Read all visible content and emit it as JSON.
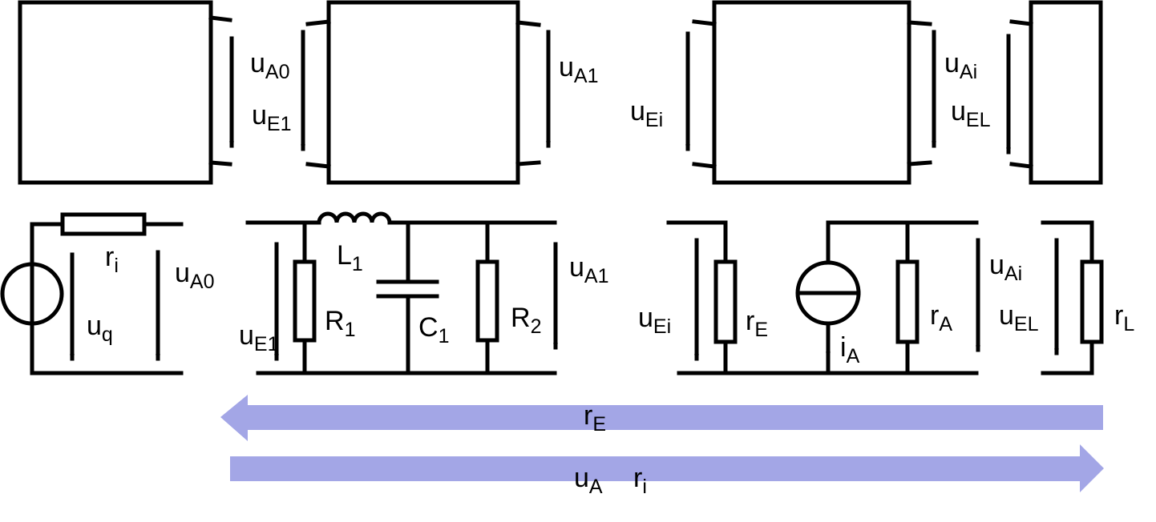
{
  "colors": {
    "line": "#000000",
    "flow_arrow": "#a3a6e6",
    "background": "#ffffff"
  },
  "blocks": [
    {
      "name": "source-block",
      "outputs": {
        "main": "u",
        "sub": "A0"
      }
    },
    {
      "name": "filter-block",
      "inputs": {
        "main": "u",
        "sub": "E1"
      },
      "outputs": {
        "main": "u",
        "sub": "A1"
      }
    },
    {
      "name": "stage-i-block",
      "inputs": {
        "main": "u",
        "sub": "Ei"
      },
      "outputs": {
        "main": "u",
        "sub": "Ai"
      }
    },
    {
      "name": "load-block",
      "inputs": {
        "main": "u",
        "sub": "EL"
      }
    }
  ],
  "circuits": {
    "source": {
      "ri": {
        "main": "r",
        "sub": "i"
      },
      "uq": {
        "main": "u",
        "sub": "q"
      },
      "uA0": {
        "main": "u",
        "sub": "A0"
      }
    },
    "filter": {
      "uE1": {
        "main": "u",
        "sub": "E1"
      },
      "L1": {
        "main": "L",
        "sub": "1"
      },
      "R1": {
        "main": "R",
        "sub": "1"
      },
      "C1": {
        "main": "C",
        "sub": "1"
      },
      "R2": {
        "main": "R",
        "sub": "2"
      },
      "uA1": {
        "main": "u",
        "sub": "A1"
      }
    },
    "stage": {
      "uEi": {
        "main": "u",
        "sub": "Ei"
      },
      "rE": {
        "main": "r",
        "sub": "E"
      },
      "iA": {
        "main": "i",
        "sub": "A"
      },
      "rA": {
        "main": "r",
        "sub": "A"
      },
      "uAi": {
        "main": "u",
        "sub": "Ai"
      }
    },
    "load": {
      "uEL": {
        "main": "u",
        "sub": "EL"
      },
      "rL": {
        "main": "r",
        "sub": "L"
      }
    }
  },
  "flows": {
    "backward": {
      "label": {
        "main": "r",
        "sub": "E"
      }
    },
    "forward": {
      "label_u": {
        "main": "u",
        "sub": "A"
      },
      "label_r": {
        "main": "r",
        "sub": "i"
      }
    }
  }
}
